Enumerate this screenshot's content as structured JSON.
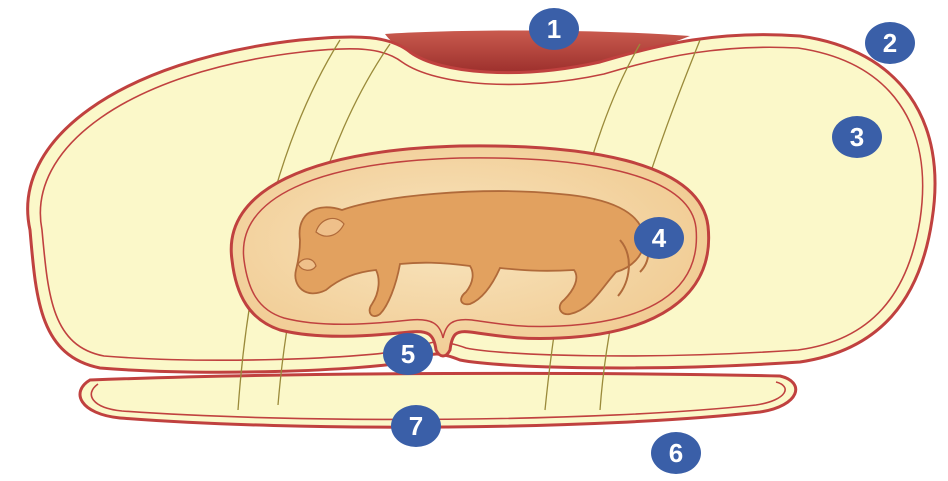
{
  "diagram": {
    "colors": {
      "background": "#ffffff",
      "membrane_line": "#c0413f",
      "chorion_fill": "#fbf8c9",
      "amnion_fill": "#f6d9a8",
      "fetus_fill": "#e2a15f",
      "fetus_outline": "#b06a3a",
      "placenta_fill": "#b5403a",
      "umbilical_line": "#9a8a3a",
      "marker_fill": "#3a5fa8",
      "marker_text": "#ffffff"
    },
    "markers": [
      {
        "id": "1",
        "label": "1"
      },
      {
        "id": "2",
        "label": "2"
      },
      {
        "id": "3",
        "label": "3"
      },
      {
        "id": "4",
        "label": "4"
      },
      {
        "id": "5",
        "label": "5"
      },
      {
        "id": "6",
        "label": "6"
      },
      {
        "id": "7",
        "label": "7"
      }
    ]
  }
}
